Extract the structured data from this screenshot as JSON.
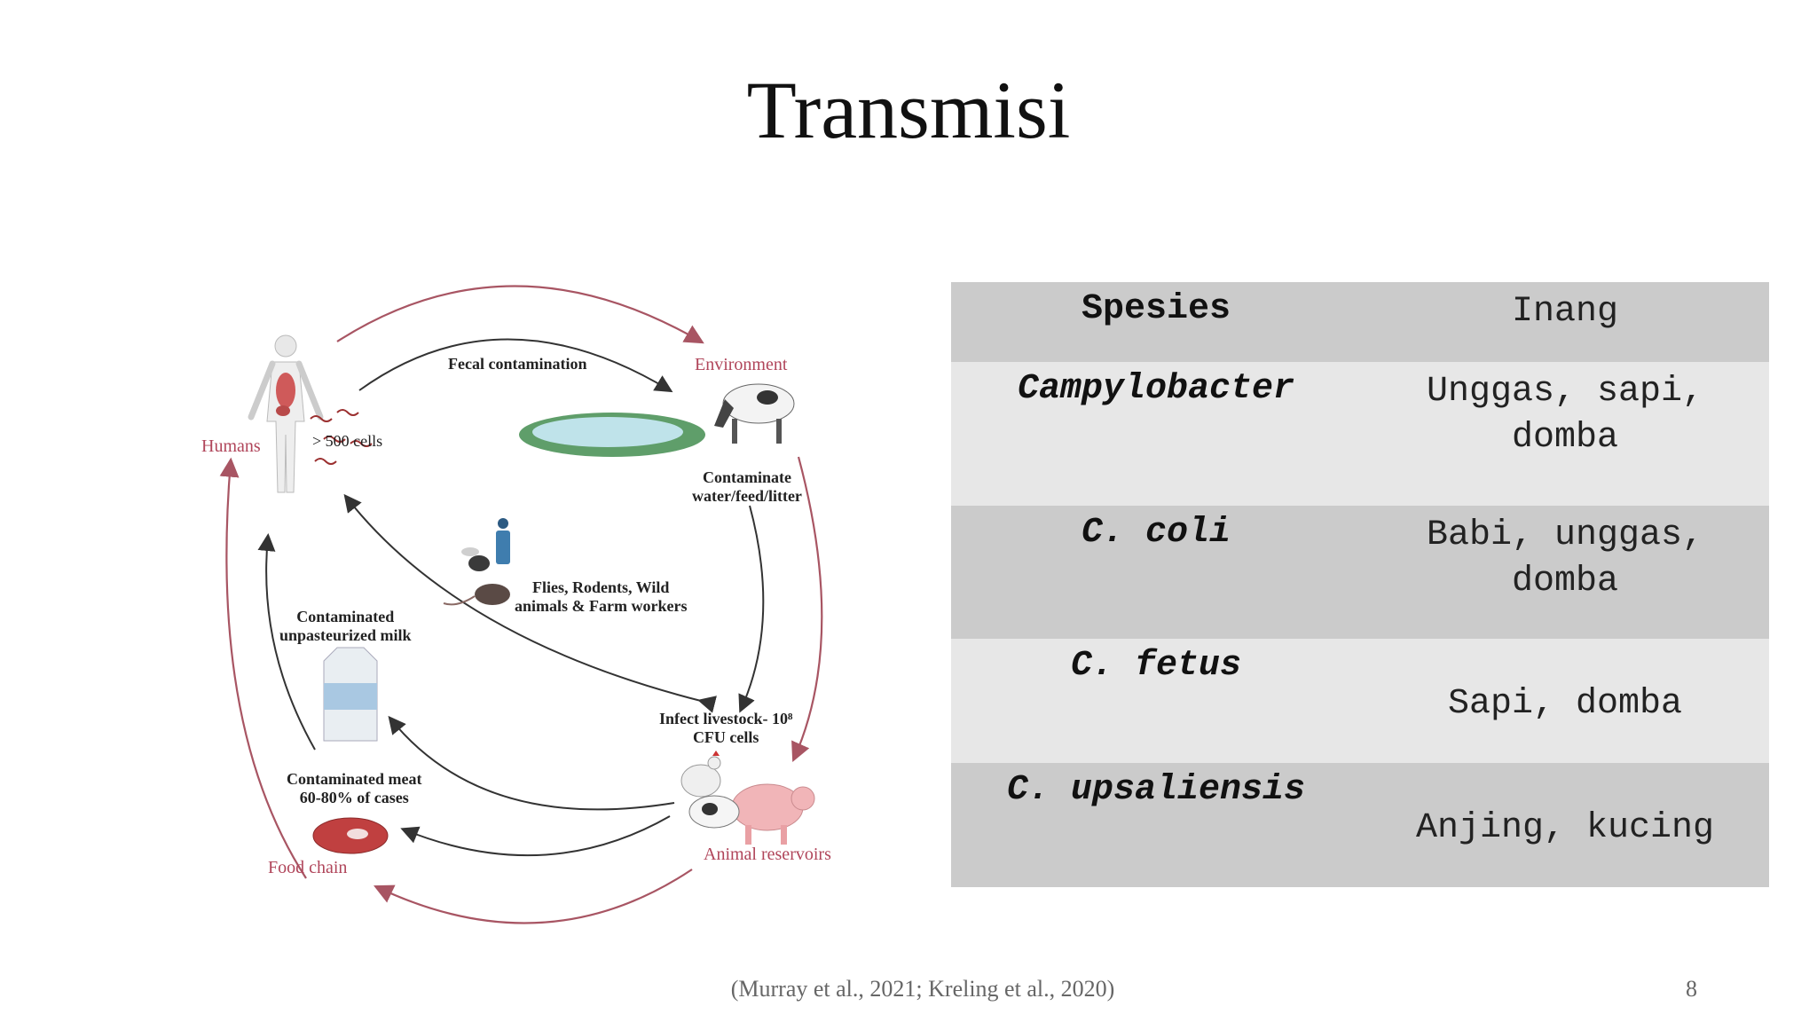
{
  "slide": {
    "title": "Transmisi",
    "citation": "(Murray et al., 2021; Kreling et al., 2020)",
    "page_number": "8"
  },
  "diagram": {
    "nodes": {
      "humans": "Humans",
      "environment": "Environment",
      "animal_reservoirs": "Animal reservoirs",
      "food_chain": "Food chain"
    },
    "labels": {
      "fecal": "Fecal contamination",
      "cells": "> 500 cells",
      "contaminate": [
        "Contaminate",
        "water/feed/litter"
      ],
      "vectors": [
        "Flies, Rodents, Wild",
        "animals & Farm workers"
      ],
      "milk": [
        "Contaminated",
        "unpasteurized milk"
      ],
      "livestock": [
        "Infect livestock- 10⁸",
        "CFU cells"
      ],
      "meat": [
        "Contaminated meat",
        "60-80% of cases"
      ]
    },
    "colors": {
      "red_label": "#b0455a",
      "arrow_dark": "#333333",
      "arrow_red": "#a85563"
    }
  },
  "table": {
    "headers": {
      "species": "Spesies",
      "host": "Inang"
    },
    "rows": [
      {
        "species": "Campylobacter",
        "host": [
          "Unggas, sapi,",
          "domba"
        ]
      },
      {
        "species": "C. coli",
        "host": [
          "Babi, unggas,",
          "domba"
        ]
      },
      {
        "species": "C. fetus",
        "host": [
          "Sapi, domba"
        ]
      },
      {
        "species": "C. upsaliensis",
        "host": [
          "Anjing, kucing"
        ]
      }
    ],
    "colors": {
      "dark_row": "#cbcbcb",
      "light_row": "#e7e7e7"
    }
  }
}
